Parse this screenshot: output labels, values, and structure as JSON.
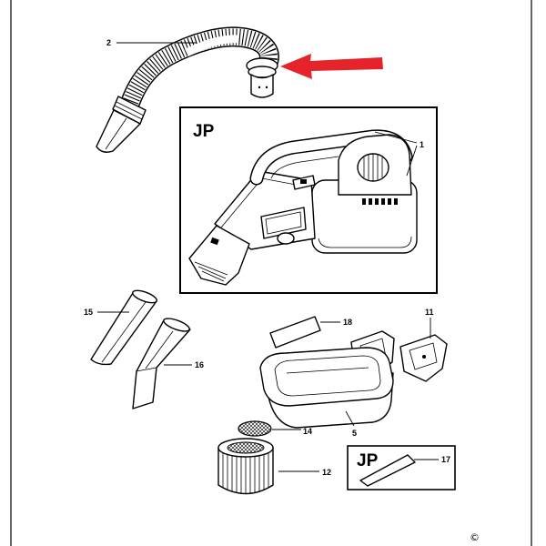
{
  "callouts": {
    "part_2": "2",
    "part_1": "1",
    "part_15": "15",
    "part_16": "16",
    "part_18": "18",
    "part_11": "11",
    "part_5": "5",
    "part_14": "14",
    "part_12": "12",
    "part_17": "17"
  },
  "region_boxes": {
    "main_unit_label": "JP",
    "label_plate_label": "JP"
  },
  "copyright": "©",
  "icons": {
    "highlight_pointer": "red-arrow-icon"
  },
  "colors": {
    "line": "#000000",
    "highlight_arrow": "#e4232b",
    "background": "#ffffff"
  }
}
